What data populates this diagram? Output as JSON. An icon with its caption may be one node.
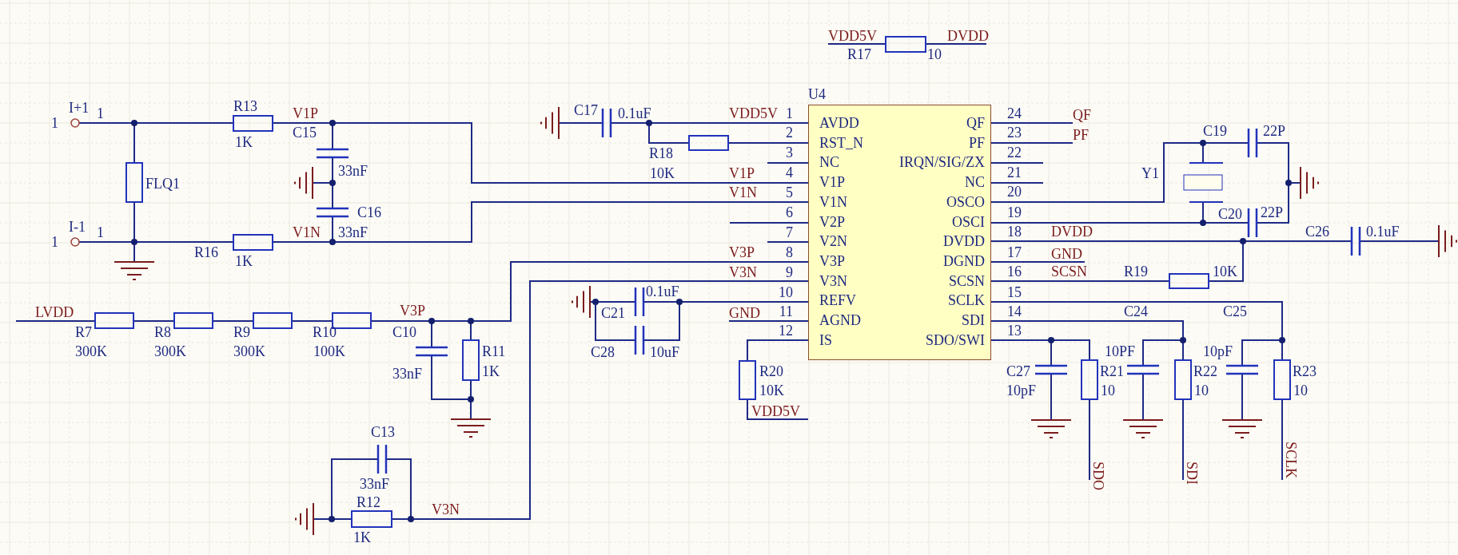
{
  "diagram": {
    "nodes": [
      {
        "text": [
          "U4",
          "AVDD",
          "RST_N",
          "NC",
          "V1P",
          "V1N",
          "V2P",
          "V2N",
          "V3P",
          "V3N",
          "REFV",
          "AGND",
          "IS",
          "QF",
          "PF",
          "IRQN/SIG/ZX",
          "NC",
          "OSCO",
          "OSCI",
          "DVDD",
          "DGND",
          "SCSN",
          "SCLK",
          "SDI",
          "SDO/SWI"
        ]
      },
      {
        "text": [],
        "shape": "circle",
        "beside": [
          "I+1",
          "1",
          "1"
        ]
      },
      {
        "text": [],
        "shape": "circle",
        "beside": [
          "I-1",
          "1",
          "1"
        ]
      },
      {
        "text": [],
        "shape": "resistor",
        "beside": [
          "FLQ1"
        ]
      },
      {
        "text": [],
        "shape": "resistor",
        "beside": [
          "R13",
          "1K"
        ]
      },
      {
        "text": [],
        "shape": "resistor",
        "beside": [
          "R16",
          "1K"
        ]
      },
      {
        "text": [],
        "shape": "capacitor",
        "beside": [
          "C15",
          "33nF"
        ]
      },
      {
        "text": [],
        "shape": "capacitor",
        "beside": [
          "C16",
          "33nF"
        ]
      },
      {
        "text": [],
        "shape": "ground"
      },
      {
        "text": [],
        "shape": "ground"
      },
      {
        "text": [],
        "shape": "resistor",
        "beside": [
          "R17",
          "10"
        ]
      },
      {
        "text": [],
        "shape": "capacitor",
        "beside": [
          "C17",
          "0.1uF"
        ]
      },
      {
        "text": [],
        "shape": "ground"
      },
      {
        "text": [],
        "shape": "resistor",
        "beside": [
          "R18",
          "10K"
        ]
      },
      {
        "text": [],
        "shape": "resistor",
        "beside": [
          "R7",
          "300K"
        ]
      },
      {
        "text": [],
        "shape": "resistor",
        "beside": [
          "R8",
          "300K"
        ]
      },
      {
        "text": [],
        "shape": "resistor",
        "beside": [
          "R9",
          "300K"
        ]
      },
      {
        "text": [],
        "shape": "resistor",
        "beside": [
          "R10",
          "100K"
        ]
      },
      {
        "text": [],
        "shape": "capacitor",
        "beside": [
          "C10",
          "33nF"
        ]
      },
      {
        "text": [],
        "shape": "resistor",
        "beside": [
          "R11",
          "1K"
        ]
      },
      {
        "text": [],
        "shape": "ground"
      },
      {
        "text": [],
        "shape": "capacitor",
        "beside": [
          "C13",
          "33nF"
        ]
      },
      {
        "text": [],
        "shape": "resistor",
        "beside": [
          "R12",
          "1K"
        ]
      },
      {
        "text": [],
        "shape": "ground"
      },
      {
        "text": [],
        "shape": "capacitor",
        "beside": [
          "C21",
          "0.1uF"
        ]
      },
      {
        "text": [],
        "shape": "capacitor",
        "beside": [
          "C28",
          "10uF"
        ]
      },
      {
        "text": [],
        "shape": "ground"
      },
      {
        "text": [],
        "shape": "resistor",
        "beside": [
          "R20",
          "10K"
        ]
      },
      {
        "text": [],
        "shape": "crystal",
        "beside": [
          "Y1"
        ]
      },
      {
        "text": [],
        "shape": "capacitor",
        "beside": [
          "C19",
          "22P"
        ]
      },
      {
        "text": [],
        "shape": "capacitor",
        "beside": [
          "C20",
          "22P"
        ]
      },
      {
        "text": [],
        "shape": "ground"
      },
      {
        "text": [],
        "shape": "capacitor",
        "beside": [
          "C26",
          "0.1uF"
        ]
      },
      {
        "text": [],
        "shape": "ground"
      },
      {
        "text": [],
        "shape": "resistor",
        "beside": [
          "R19",
          "10K"
        ]
      },
      {
        "text": [],
        "shape": "capacitor",
        "beside": [
          "C27",
          "10pF"
        ]
      },
      {
        "text": [],
        "shape": "resistor",
        "beside": [
          "R21",
          "10"
        ]
      },
      {
        "text": [],
        "shape": "ground"
      },
      {
        "text": [],
        "shape": "capacitor",
        "beside": [
          "C24",
          "10PF"
        ]
      },
      {
        "text": [],
        "shape": "resistor",
        "beside": [
          "R22",
          "10"
        ]
      },
      {
        "text": [],
        "shape": "ground"
      },
      {
        "text": [],
        "shape": "capacitor",
        "beside": [
          "C25",
          "10pF"
        ]
      },
      {
        "text": [],
        "shape": "resistor",
        "beside": [
          "R23",
          "10"
        ]
      },
      {
        "text": [],
        "shape": "ground"
      },
      {
        "text": [
          "VDD5V"
        ]
      },
      {
        "text": [
          "DVDD"
        ]
      },
      {
        "text": [
          "QF"
        ]
      },
      {
        "text": [
          "PF"
        ]
      },
      {
        "text": [
          "GND"
        ]
      },
      {
        "text": [
          "GND"
        ]
      },
      {
        "text": [
          "VDD5V"
        ]
      },
      {
        "text": [
          "SDO"
        ]
      },
      {
        "text": [
          "SDI"
        ]
      },
      {
        "text": [
          "SCLK"
        ]
      }
    ],
    "edges": [
      {
        "from": 1,
        "to": 4,
        "arrow": "none"
      },
      {
        "from": 1,
        "to": 3,
        "arrow": "none"
      },
      {
        "from": 3,
        "to": 8,
        "arrow": "none"
      },
      {
        "from": 2,
        "to": 5,
        "arrow": "none"
      },
      {
        "from": 2,
        "to": 8,
        "arrow": "none"
      },
      {
        "from": 4,
        "to": 6,
        "arrow": "none"
      },
      {
        "from": 4,
        "to": 0,
        "arrow": "none"
      },
      {
        "from": 6,
        "to": 9,
        "arrow": "none"
      },
      {
        "from": 7,
        "to": 9,
        "arrow": "none"
      },
      {
        "from": 5,
        "to": 7,
        "arrow": "none"
      },
      {
        "from": 5,
        "to": 0,
        "arrow": "none"
      },
      {
        "from": 12,
        "to": 11,
        "arrow": "none"
      },
      {
        "from": 11,
        "to": 0,
        "arrow": "none"
      },
      {
        "from": 11,
        "to": 13,
        "arrow": "none"
      },
      {
        "from": 13,
        "to": 0,
        "arrow": "none"
      },
      {
        "from": 14,
        "to": 15,
        "arrow": "none"
      },
      {
        "from": 15,
        "to": 16,
        "arrow": "none"
      },
      {
        "from": 16,
        "to": 17,
        "arrow": "none"
      },
      {
        "from": 17,
        "to": 18,
        "arrow": "none"
      },
      {
        "from": 17,
        "to": 19,
        "arrow": "none"
      },
      {
        "from": 17,
        "to": 0,
        "arrow": "none"
      },
      {
        "from": 18,
        "to": 20,
        "arrow": "none"
      },
      {
        "from": 19,
        "to": 20,
        "arrow": "none"
      },
      {
        "from": 0,
        "to": 22,
        "arrow": "none"
      },
      {
        "from": 0,
        "to": 21,
        "arrow": "none"
      },
      {
        "from": 22,
        "to": 23,
        "arrow": "none"
      },
      {
        "from": 21,
        "to": 23,
        "arrow": "none"
      },
      {
        "from": 0,
        "to": 24,
        "arrow": "none"
      },
      {
        "from": 0,
        "to": 25,
        "arrow": "none"
      },
      {
        "from": 24,
        "to": 26,
        "arrow": "none"
      },
      {
        "from": 25,
        "to": 26,
        "arrow": "none"
      },
      {
        "from": 0,
        "to": 27,
        "arrow": "none"
      },
      {
        "from": 0,
        "to": 28,
        "arrow": "none"
      },
      {
        "from": 0,
        "to": 29,
        "arrow": "none"
      },
      {
        "from": 29,
        "to": 31,
        "arrow": "none"
      },
      {
        "from": 30,
        "to": 31,
        "arrow": "none"
      },
      {
        "from": 0,
        "to": 28,
        "arrow": "none"
      },
      {
        "from": 0,
        "to": 30,
        "arrow": "none"
      },
      {
        "from": 0,
        "to": 32,
        "arrow": "none"
      },
      {
        "from": 32,
        "to": 33,
        "arrow": "none"
      },
      {
        "from": 0,
        "to": 34,
        "arrow": "none"
      },
      {
        "from": 34,
        "to": 0,
        "arrow": "none"
      },
      {
        "from": 0,
        "to": 35,
        "arrow": "none"
      },
      {
        "from": 0,
        "to": 36,
        "arrow": "none"
      },
      {
        "from": 35,
        "to": 37,
        "arrow": "none"
      },
      {
        "from": 0,
        "to": 38,
        "arrow": "none"
      },
      {
        "from": 0,
        "to": 39,
        "arrow": "none"
      },
      {
        "from": 38,
        "to": 40,
        "arrow": "none"
      },
      {
        "from": 0,
        "to": 41,
        "arrow": "none"
      },
      {
        "from": 0,
        "to": 42,
        "arrow": "none"
      },
      {
        "from": 41,
        "to": 43,
        "arrow": "none"
      },
      {
        "from": 10,
        "to": 45,
        "arrow": "none"
      },
      {
        "from": 44,
        "to": 10,
        "arrow": "none"
      },
      {
        "from": null,
        "to": 14,
        "arrow": "none"
      },
      {
        "from": 0,
        "to": null,
        "arrow": "none"
      },
      {
        "from": 0,
        "to": null,
        "arrow": "none"
      },
      {
        "from": 0,
        "to": null,
        "arrow": "none"
      },
      {
        "from": 0,
        "to": 49,
        "arrow": "none"
      },
      {
        "from": 27,
        "to": 50,
        "arrow": "none"
      },
      {
        "from": 0,
        "to": 46,
        "arrow": "none"
      },
      {
        "from": 0,
        "to": 47,
        "arrow": "none"
      },
      {
        "from": 0,
        "to": null,
        "arrow": "none"
      },
      {
        "from": 0,
        "to": null,
        "arrow": "none"
      },
      {
        "from": 0,
        "to": 48,
        "arrow": "none"
      },
      {
        "from": 36,
        "to": 51,
        "arrow": "none"
      },
      {
        "from": 39,
        "to": 52,
        "arrow": "none"
      },
      {
        "from": 42,
        "to": 53,
        "arrow": "none"
      }
    ],
    "labels": [
      "V1P",
      "VDD5V",
      "1",
      "24",
      "2",
      "23",
      "3",
      "22",
      "V1P",
      "4",
      "21",
      "V1N",
      "5",
      "20",
      "6",
      "19",
      "V1N",
      "7",
      "18",
      "DVDD",
      "V3P",
      "8",
      "17",
      "V3N",
      "9",
      "16",
      "SCSN",
      "10",
      "15",
      "LVDD",
      "V3P",
      "11",
      "14",
      "12",
      "13",
      "V3N"
    ]
  }
}
